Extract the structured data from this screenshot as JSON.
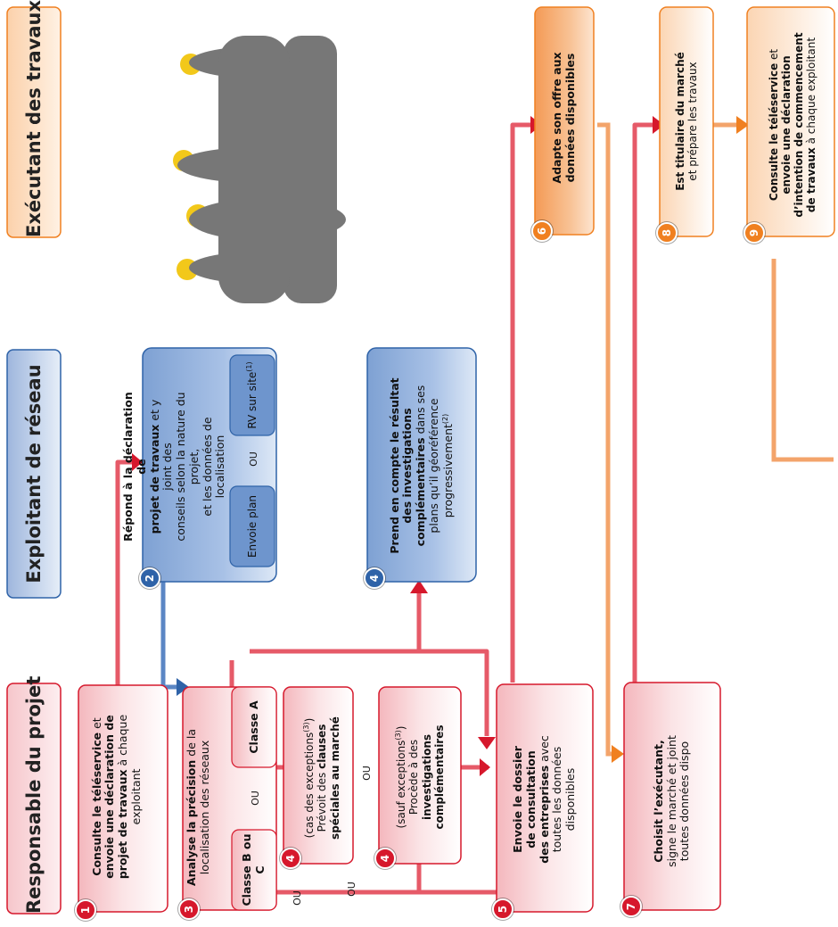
{
  "headers": {
    "responsable": "Responsable du projet",
    "exploitant": "Exploitant de réseau",
    "executant": "Exécutant des travaux"
  },
  "steps": {
    "s1": {
      "num": "1",
      "line1_b": "Consulte le téléservice",
      "line1": " et",
      "line2_b": "envoie une déclaration de",
      "line3_b": "projet de travaux",
      "line3": " à chaque",
      "line4": "exploitant"
    },
    "s2": {
      "num": "2",
      "line1_b": "Répond à la déclaration de",
      "line2_b": "projet de travaux",
      "line2": " et y joint des",
      "line3": "conseils selon la nature du projet,",
      "line4": "et les données de localisation",
      "envoie_plan": "Envoie plan",
      "rv": "RV sur site",
      "rv_sup": "(1)"
    },
    "s3": {
      "num": "3",
      "line1_b": "Analyse la précision",
      "line1": " de la",
      "line2": "localisation des réseaux",
      "classe_bc": "Classe B ou C",
      "classe_a": "Classe A"
    },
    "s4a": {
      "num": "4",
      "line1": "(cas des exceptions",
      "sup": "(3)",
      "line1_end": ")",
      "line2": "Prévoit des ",
      "line2_b": "clauses",
      "line3_b": "spéciales au marché"
    },
    "s4b": {
      "num": "4",
      "line1": "(sauf exceptions",
      "sup": "(3)",
      "line1_end": ")",
      "line2": "Procède à des",
      "line3_b": "investigations",
      "line4_b": "complémentaires"
    },
    "s4c": {
      "num": "4",
      "line1_b": "Prend en compte le résultat",
      "line2_b": "des investigations",
      "line3_b": "complémentaires",
      "line3": " dans ses",
      "line4": "plans qu’il géoréférence",
      "line5": "progressivement",
      "sup": "(2)"
    },
    "s5": {
      "num": "5",
      "line1_b": "Envoie le dossier",
      "line2_b": "de consultation",
      "line3_b": "des entreprises",
      "line3": " avec",
      "line4": "toutes  les données",
      "line5": "disponibles"
    },
    "s6": {
      "num": "6",
      "line1_b": "Adapte son offre aux",
      "line2_b": "données disponibles"
    },
    "s7": {
      "num": "7",
      "line1_b": "Choisit l’exécutant,",
      "line2": "signe le marché et joint",
      "line3": "toutes données dispo"
    },
    "s8": {
      "num": "8",
      "line1_b": "Est titulaire du marché",
      "line2": "et prépare les travaux"
    },
    "s9": {
      "num": "9",
      "line1_b": "Consulte le téléservice",
      "line1": " et",
      "line2_b": "envoie une déclaration",
      "line3_b": "d’intention de commencement",
      "line4_b": "de travaux",
      "line4": " à chaque exploitant"
    }
  },
  "ou_labels": [
    "OU",
    "OU",
    "OU",
    "OU",
    "OU"
  ],
  "colors": {
    "red_fill": "#f9d7d9",
    "red_border": "#d6182c",
    "red_header": "#f6c6cb",
    "blue_fill": "#5b86c4",
    "blue_border": "#2f63a8",
    "blue_header": "#9eb6dd",
    "orange_fill": "#f6a25e",
    "orange_border": "#f08020",
    "orange_header": "#fbd1ab"
  }
}
